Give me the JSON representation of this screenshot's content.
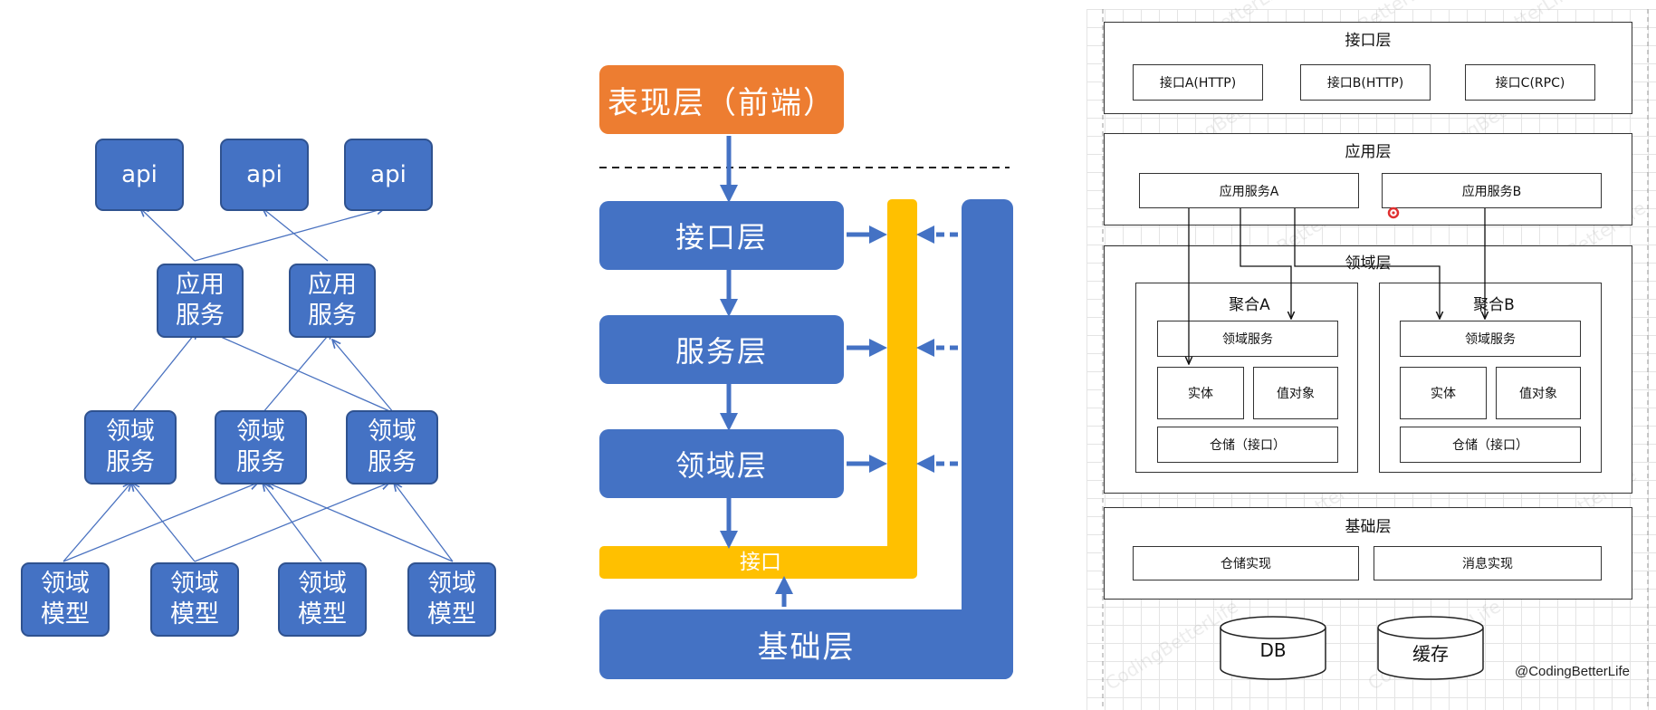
{
  "left_diagram": {
    "api": [
      "api",
      "api",
      "api"
    ],
    "app_services": [
      "应用服务",
      "应用服务"
    ],
    "domain_services": [
      "领域服务",
      "领域服务",
      "领域服务"
    ],
    "domain_models": [
      "领域模型",
      "领域模型",
      "领域模型",
      "领域模型"
    ]
  },
  "middle_diagram": {
    "presentation": "表现层（前端）",
    "interface_layer": "接口层",
    "service_layer": "服务层",
    "domain_layer": "领域层",
    "interface_bar": "接口",
    "infrastructure": "基础层",
    "colors": {
      "blue": "#4472c4",
      "orange": "#ed7d31",
      "yellow": "#ffc000"
    }
  },
  "right_diagram": {
    "interface_layer": {
      "title": "接口层",
      "items": [
        "接口A(HTTP)",
        "接口B(HTTP)",
        "接口C(RPC)"
      ]
    },
    "application_layer": {
      "title": "应用层",
      "items": [
        "应用服务A",
        "应用服务B"
      ]
    },
    "domain_layer": {
      "title": "领域层",
      "aggregates": [
        {
          "title": "聚合A",
          "service": "领域服务",
          "entity": "实体",
          "value_object": "值对象",
          "repository": "仓储（接口）"
        },
        {
          "title": "聚合B",
          "service": "领域服务",
          "entity": "实体",
          "value_object": "值对象",
          "repository": "仓储（接口）"
        }
      ]
    },
    "infrastructure_layer": {
      "title": "基础层",
      "items": [
        "仓储实现",
        "消息实现"
      ]
    },
    "storage": [
      "DB",
      "缓存"
    ],
    "watermark": "CodingBetterLife",
    "credit": "@CodingBetterLife"
  }
}
